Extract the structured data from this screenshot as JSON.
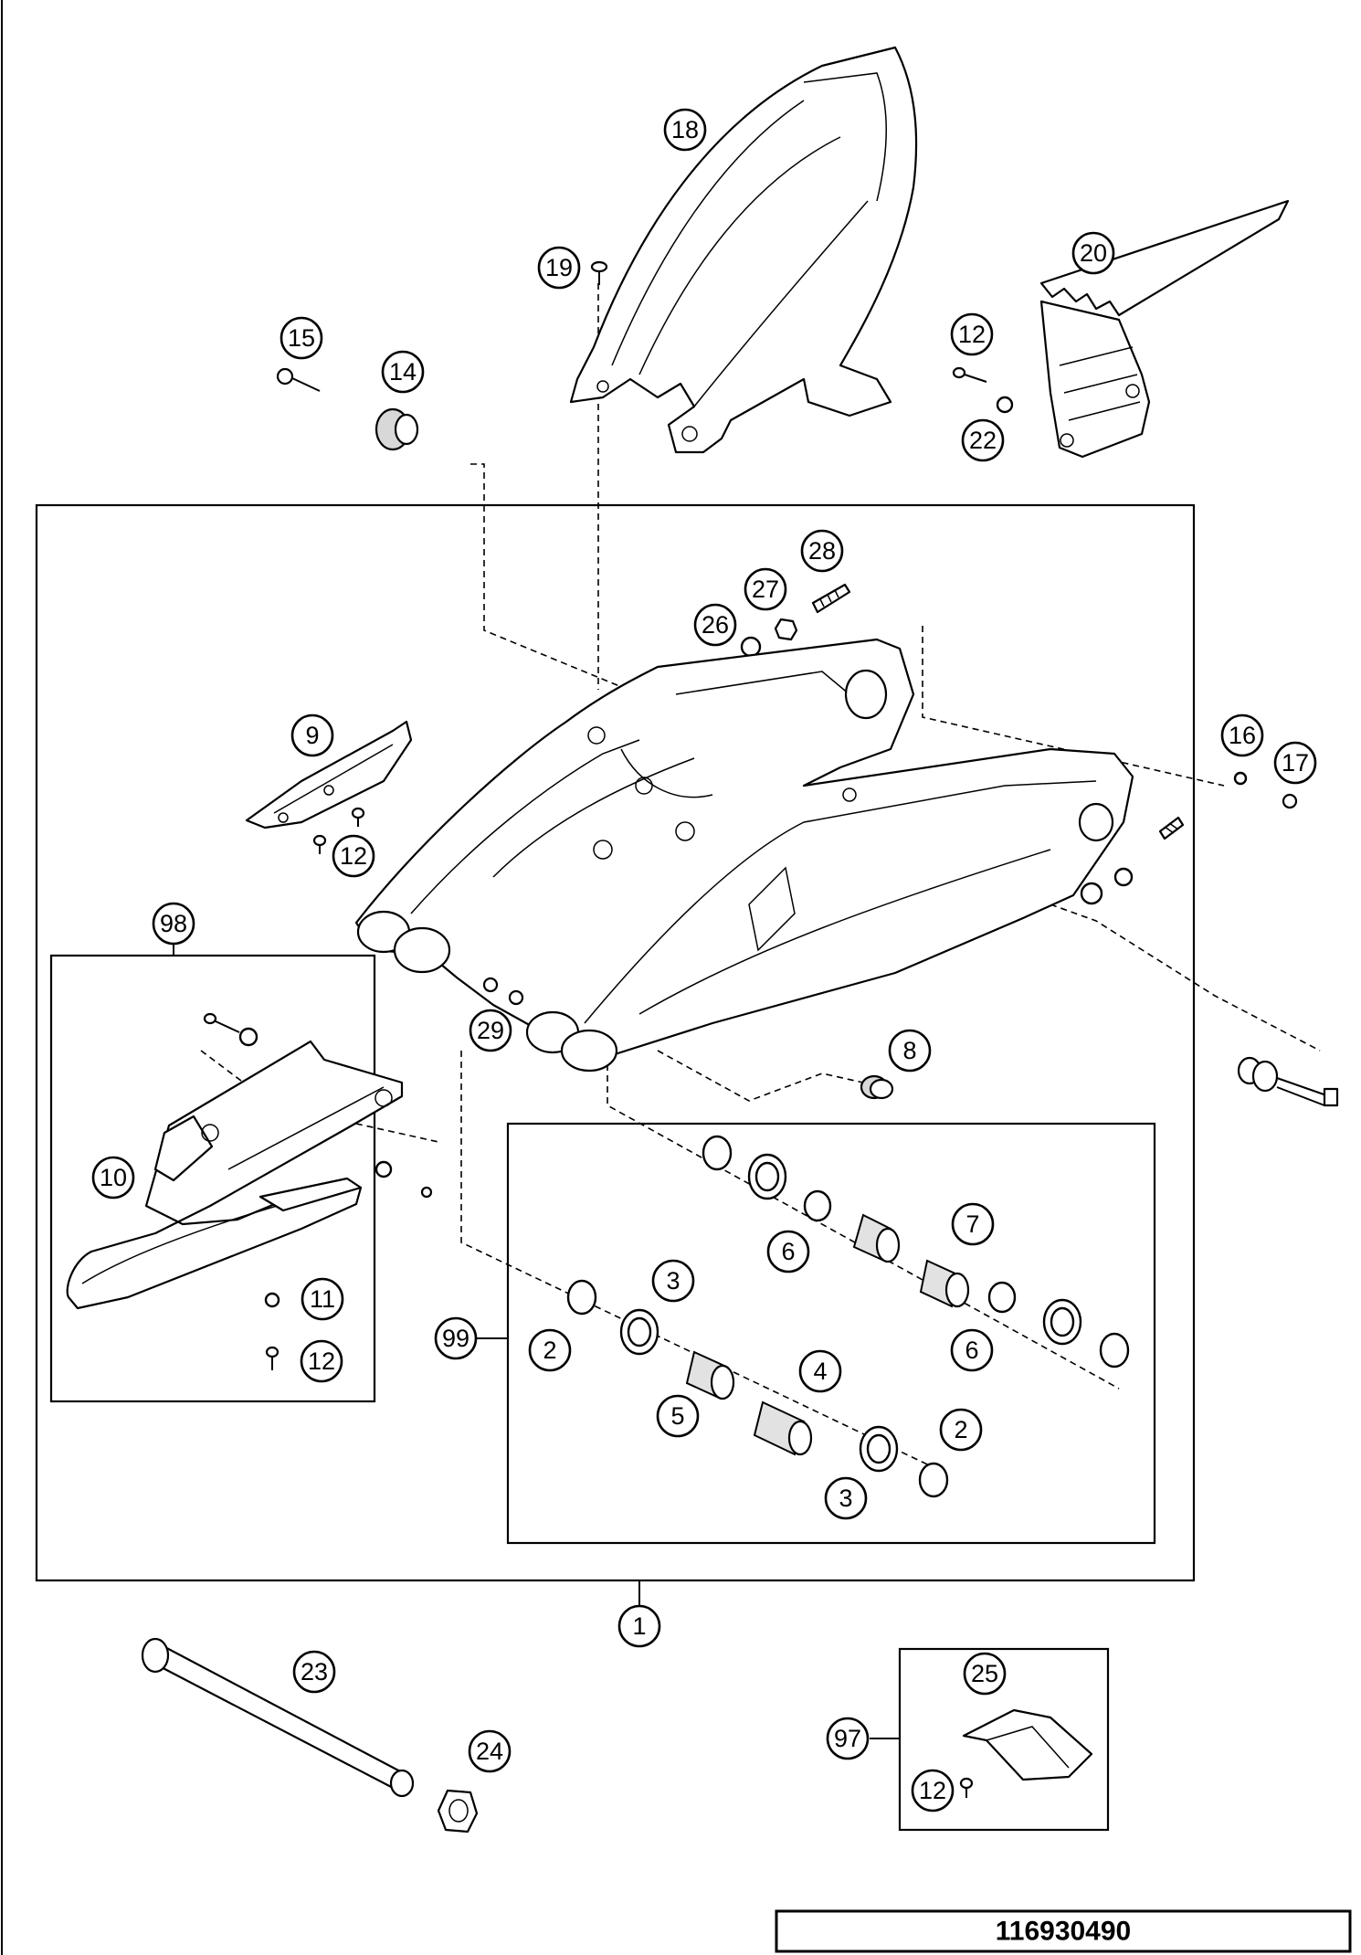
{
  "callouts": [
    "18",
    "19",
    "20",
    "12",
    "15",
    "14",
    "22",
    "28",
    "27",
    "26",
    "9",
    "12",
    "16",
    "17",
    "98",
    "29",
    "8",
    "10",
    "7",
    "6",
    "3",
    "11",
    "99",
    "2",
    "4",
    "6",
    "12",
    "5",
    "2",
    "3",
    "1",
    "23",
    "25",
    "24",
    "97",
    "12"
  ],
  "document_number": "116930490"
}
